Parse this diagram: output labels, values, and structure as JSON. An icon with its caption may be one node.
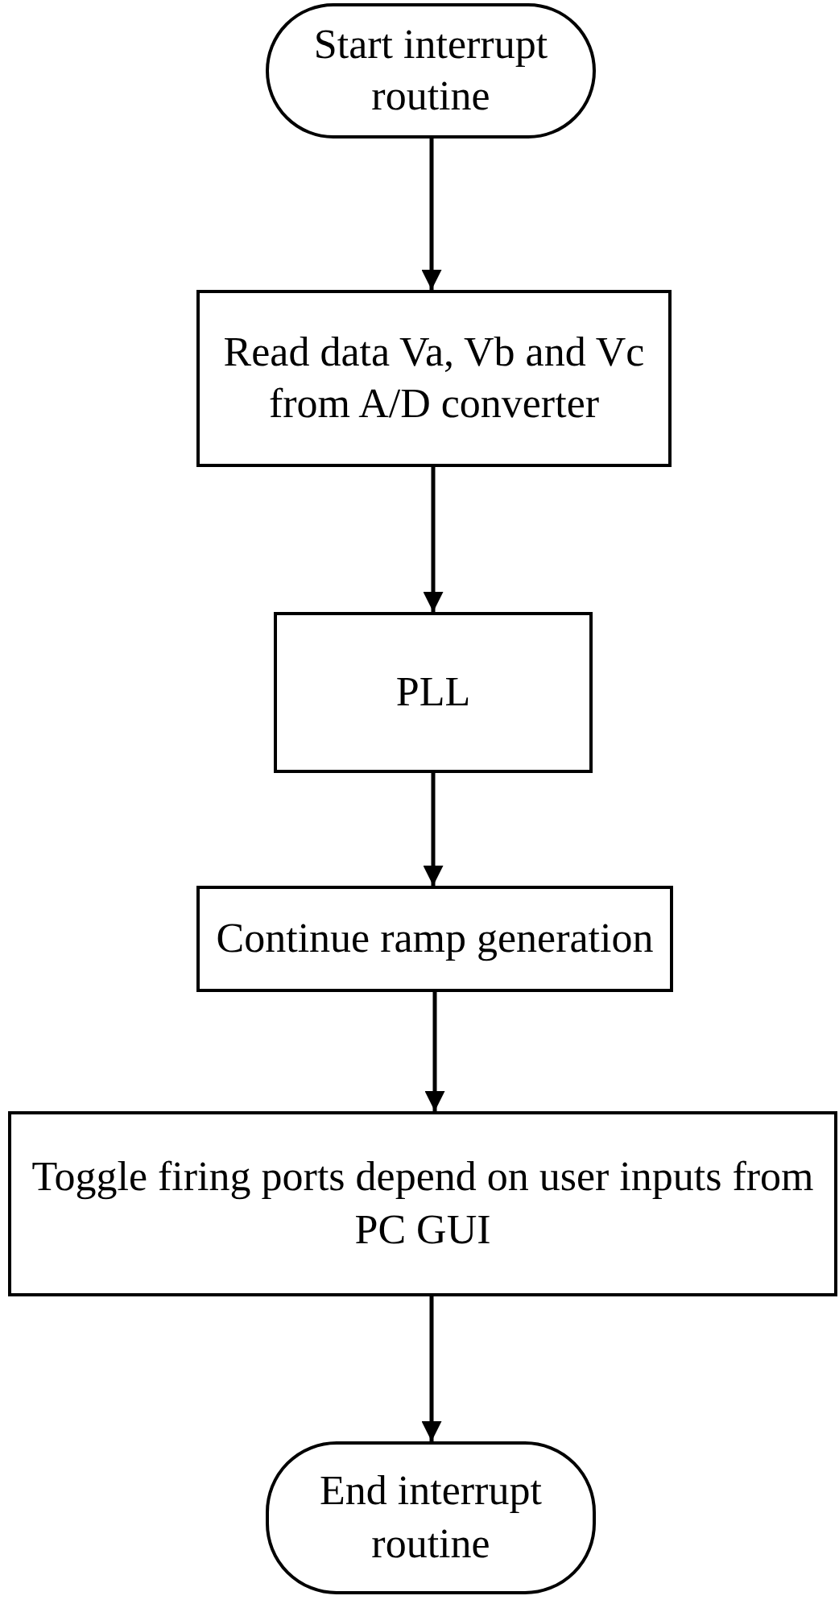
{
  "diagram": {
    "nodes": [
      {
        "text": [
          "Start interrupt routine"
        ]
      },
      {
        "text": [
          "Read data Va, Vb and Vc from A/D converter"
        ]
      },
      {
        "text": [
          "PLL"
        ]
      },
      {
        "text": [
          "Continue ramp generation"
        ]
      },
      {
        "text": [
          "Toggle firing ports depend on user inputs from PC GUI"
        ]
      },
      {
        "text": [
          "End interrupt routine"
        ]
      }
    ],
    "edges": [
      {
        "from": 0,
        "to": 1,
        "arrow": "to"
      },
      {
        "from": 1,
        "to": 2,
        "arrow": "to"
      },
      {
        "from": 2,
        "to": 3,
        "arrow": "to"
      },
      {
        "from": 3,
        "to": 4,
        "arrow": "to"
      },
      {
        "from": 4,
        "to": 5,
        "arrow": "to"
      }
    ]
  }
}
